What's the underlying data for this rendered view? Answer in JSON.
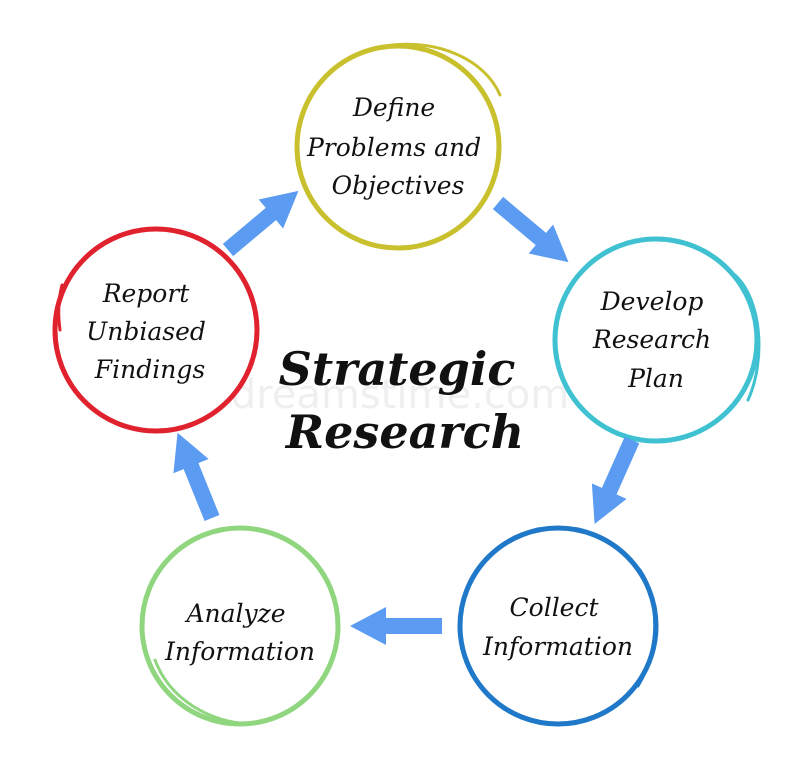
{
  "center": {
    "lines": [
      "Strategic",
      "Research"
    ]
  },
  "watermark": "dreamstime.com",
  "nodes": [
    {
      "id": "define",
      "lines": [
        "Define",
        "Problems and",
        "Objectives"
      ],
      "color": "#c9c02e"
    },
    {
      "id": "develop",
      "lines": [
        "Develop",
        "Research",
        "Plan"
      ],
      "color": "#3fc1d1"
    },
    {
      "id": "collect",
      "lines": [
        "Collect",
        "Information"
      ],
      "color": "#1f78c8"
    },
    {
      "id": "analyze",
      "lines": [
        "Analyze",
        "Information"
      ],
      "color": "#8fd67f"
    },
    {
      "id": "report",
      "lines": [
        "Report",
        "Unbiased",
        "Findings"
      ],
      "color": "#e0222e"
    }
  ],
  "arrow_color": "#5b9cf2",
  "flow": [
    "define",
    "develop",
    "collect",
    "analyze",
    "report",
    "define"
  ]
}
